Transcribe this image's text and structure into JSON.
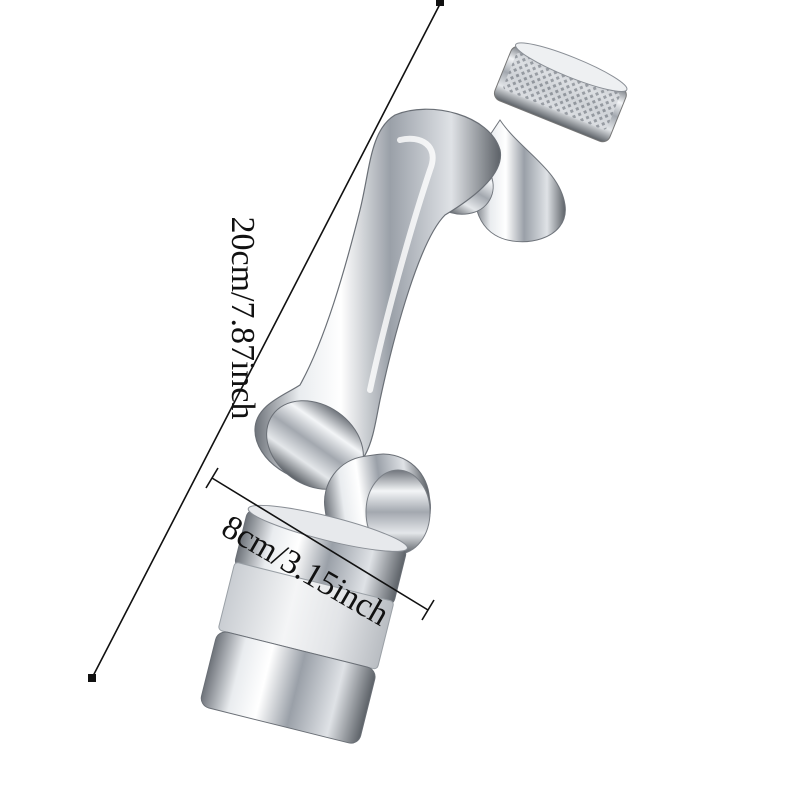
{
  "image": {
    "subject": "faucet-extender-arm",
    "background": "#ffffff",
    "metal_color": "#c9ccd1",
    "line_color": "#111111"
  },
  "dimensions": {
    "length_label": "20cm/7.87inch",
    "width_label": "8cm/3.15inch"
  }
}
